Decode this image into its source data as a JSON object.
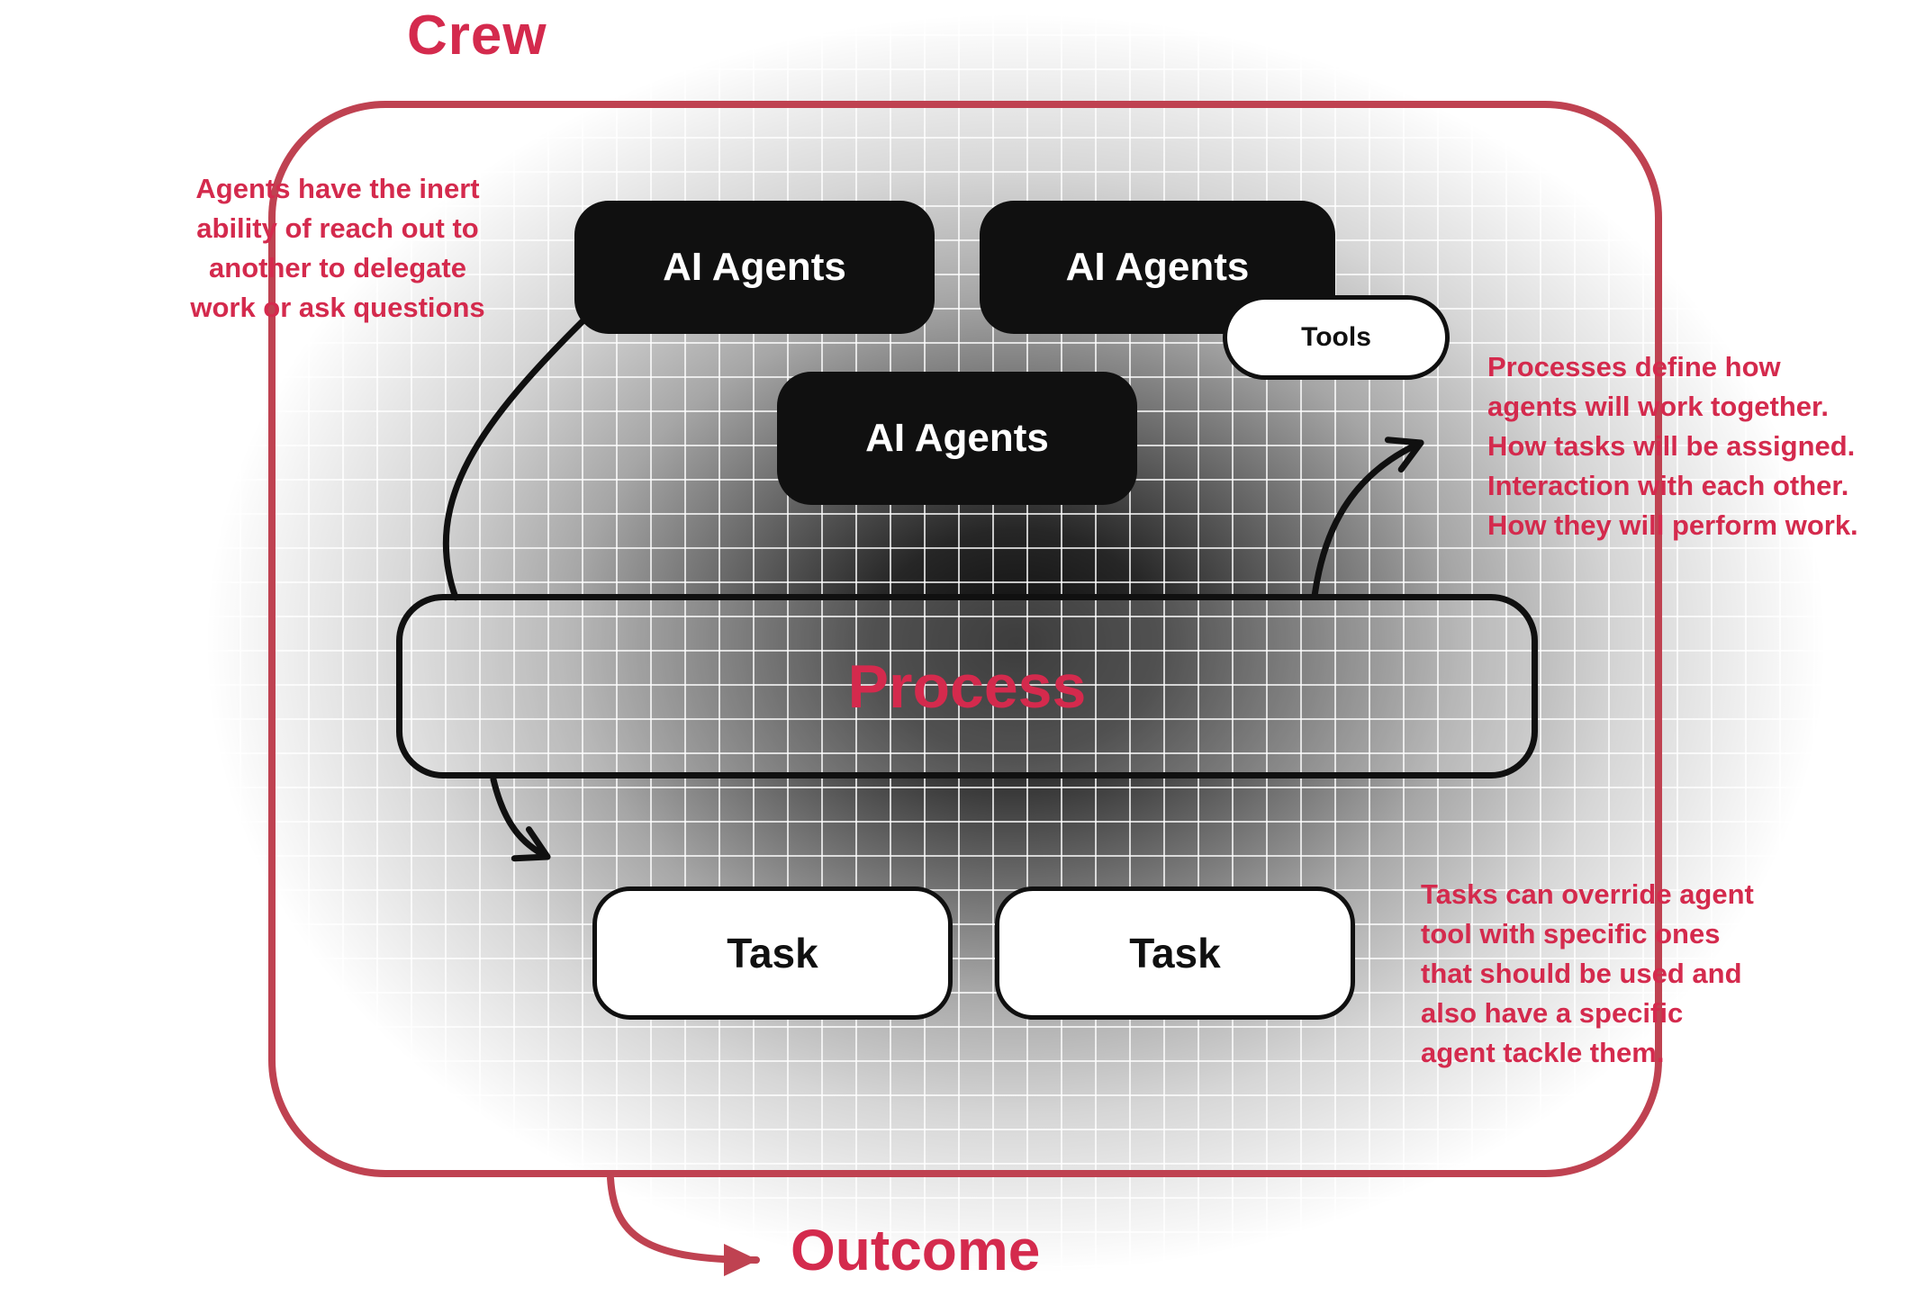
{
  "title": "Crew",
  "outcome_label": "Outcome",
  "colors": {
    "accent": "#d42a4d",
    "frame": "#bf4251",
    "ink": "#101010"
  },
  "boxes": {
    "agents1": "AI Agents",
    "agents2": "AI Agents",
    "agents3": "AI Agents",
    "tools": "Tools",
    "process": "Process",
    "task1": "Task",
    "task2": "Task"
  },
  "annotations": {
    "left": "Agents have the inert\nability of reach out to\nanother to delegate\nwork or ask questions",
    "right_top": "Processes define how\nagents will work together.\nHow tasks will be assigned.\nInteraction with each other.\nHow they will perform work.",
    "right_bottom": "Tasks can override agent\ntool with specific ones\nthat should be used and\nalso have a specific\nagent tackle them."
  }
}
